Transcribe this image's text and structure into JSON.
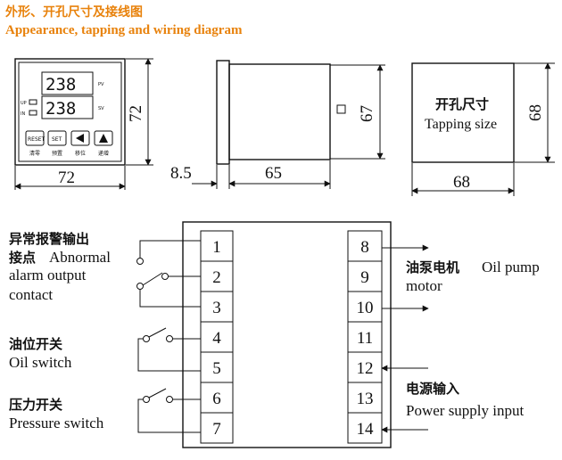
{
  "header": {
    "title_cn": "外形、开孔尺寸及接线图",
    "title_en": "Appearance, tapping and wiring diagram"
  },
  "front_view": {
    "display_top": "238",
    "display_bottom": "238",
    "label_pv": "PV",
    "label_sv": "SV",
    "led_up": "UP",
    "led_in": "IN",
    "buttons": [
      {
        "label": "RESET",
        "caption": "清零"
      },
      {
        "label": "SET",
        "caption": "预置"
      },
      {
        "label": "◀",
        "caption": "移位"
      },
      {
        "label": "▲",
        "caption": "递增"
      }
    ],
    "width_dim": "72",
    "height_dim": "72"
  },
  "side_view": {
    "depth_dim": "65",
    "flange_dim": "8.5",
    "height_dim": "67"
  },
  "cutout": {
    "title_cn": "开孔尺寸",
    "title_en": "Tapping size",
    "width_dim": "68",
    "height_dim": "68"
  },
  "terminals_left": [
    "1",
    "2",
    "3",
    "4",
    "5",
    "6",
    "7"
  ],
  "terminals_right": [
    "8",
    "9",
    "10",
    "11",
    "12",
    "13",
    "14"
  ],
  "labels": {
    "alarm_cn_1": "异常报警输出",
    "alarm_cn_2": "接点",
    "alarm_en_1": "Abnormal",
    "alarm_en_2": "alarm output",
    "alarm_en_3": "contact",
    "oil_cn": "油位开关",
    "oil_en": "Oil switch",
    "pressure_cn": "压力开关",
    "pressure_en": "Pressure switch",
    "pump_cn": "油泵电机",
    "pump_en_1": "Oil pump",
    "pump_en_2": "motor",
    "power_cn": "电源输入",
    "power_en": "Power supply input"
  }
}
